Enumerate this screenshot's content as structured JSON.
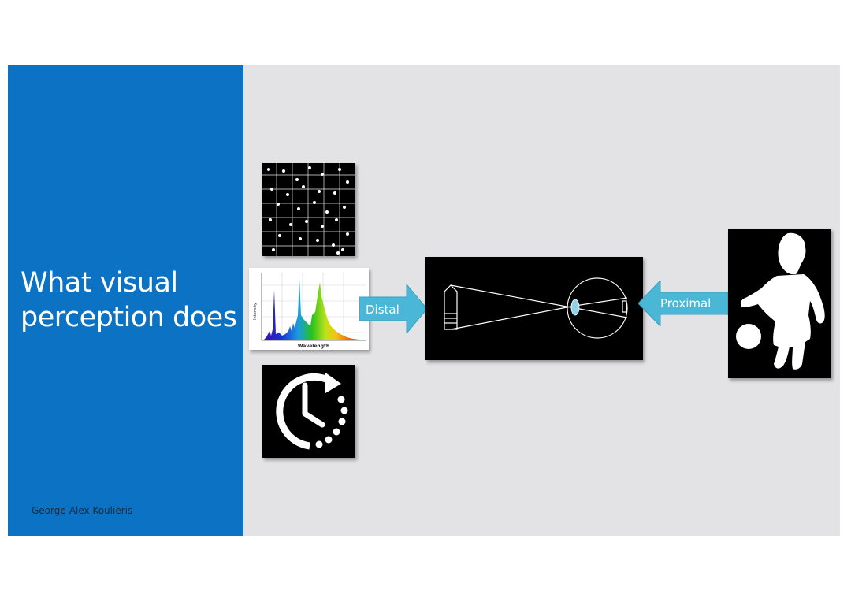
{
  "slide": {
    "title_line1": "What visual",
    "title_line2": "perception does",
    "author": "George-Alex Koulieris"
  },
  "spectrum": {
    "y_axis_label": "Intensity",
    "x_axis_label": "Wavelength"
  },
  "arrows": {
    "distal_label": "Distal",
    "proximal_label": "Proximal"
  },
  "colors": {
    "accent_blue": "#0b72c4",
    "arrow_fill": "#4bb7d6",
    "slide_background": "#e3e3e6"
  },
  "icons": {
    "clock": "clock-rotate-icon",
    "dots": "dot-grid-icon",
    "eye": "eye-diagram-icon",
    "child": "child-silhouette-icon"
  }
}
